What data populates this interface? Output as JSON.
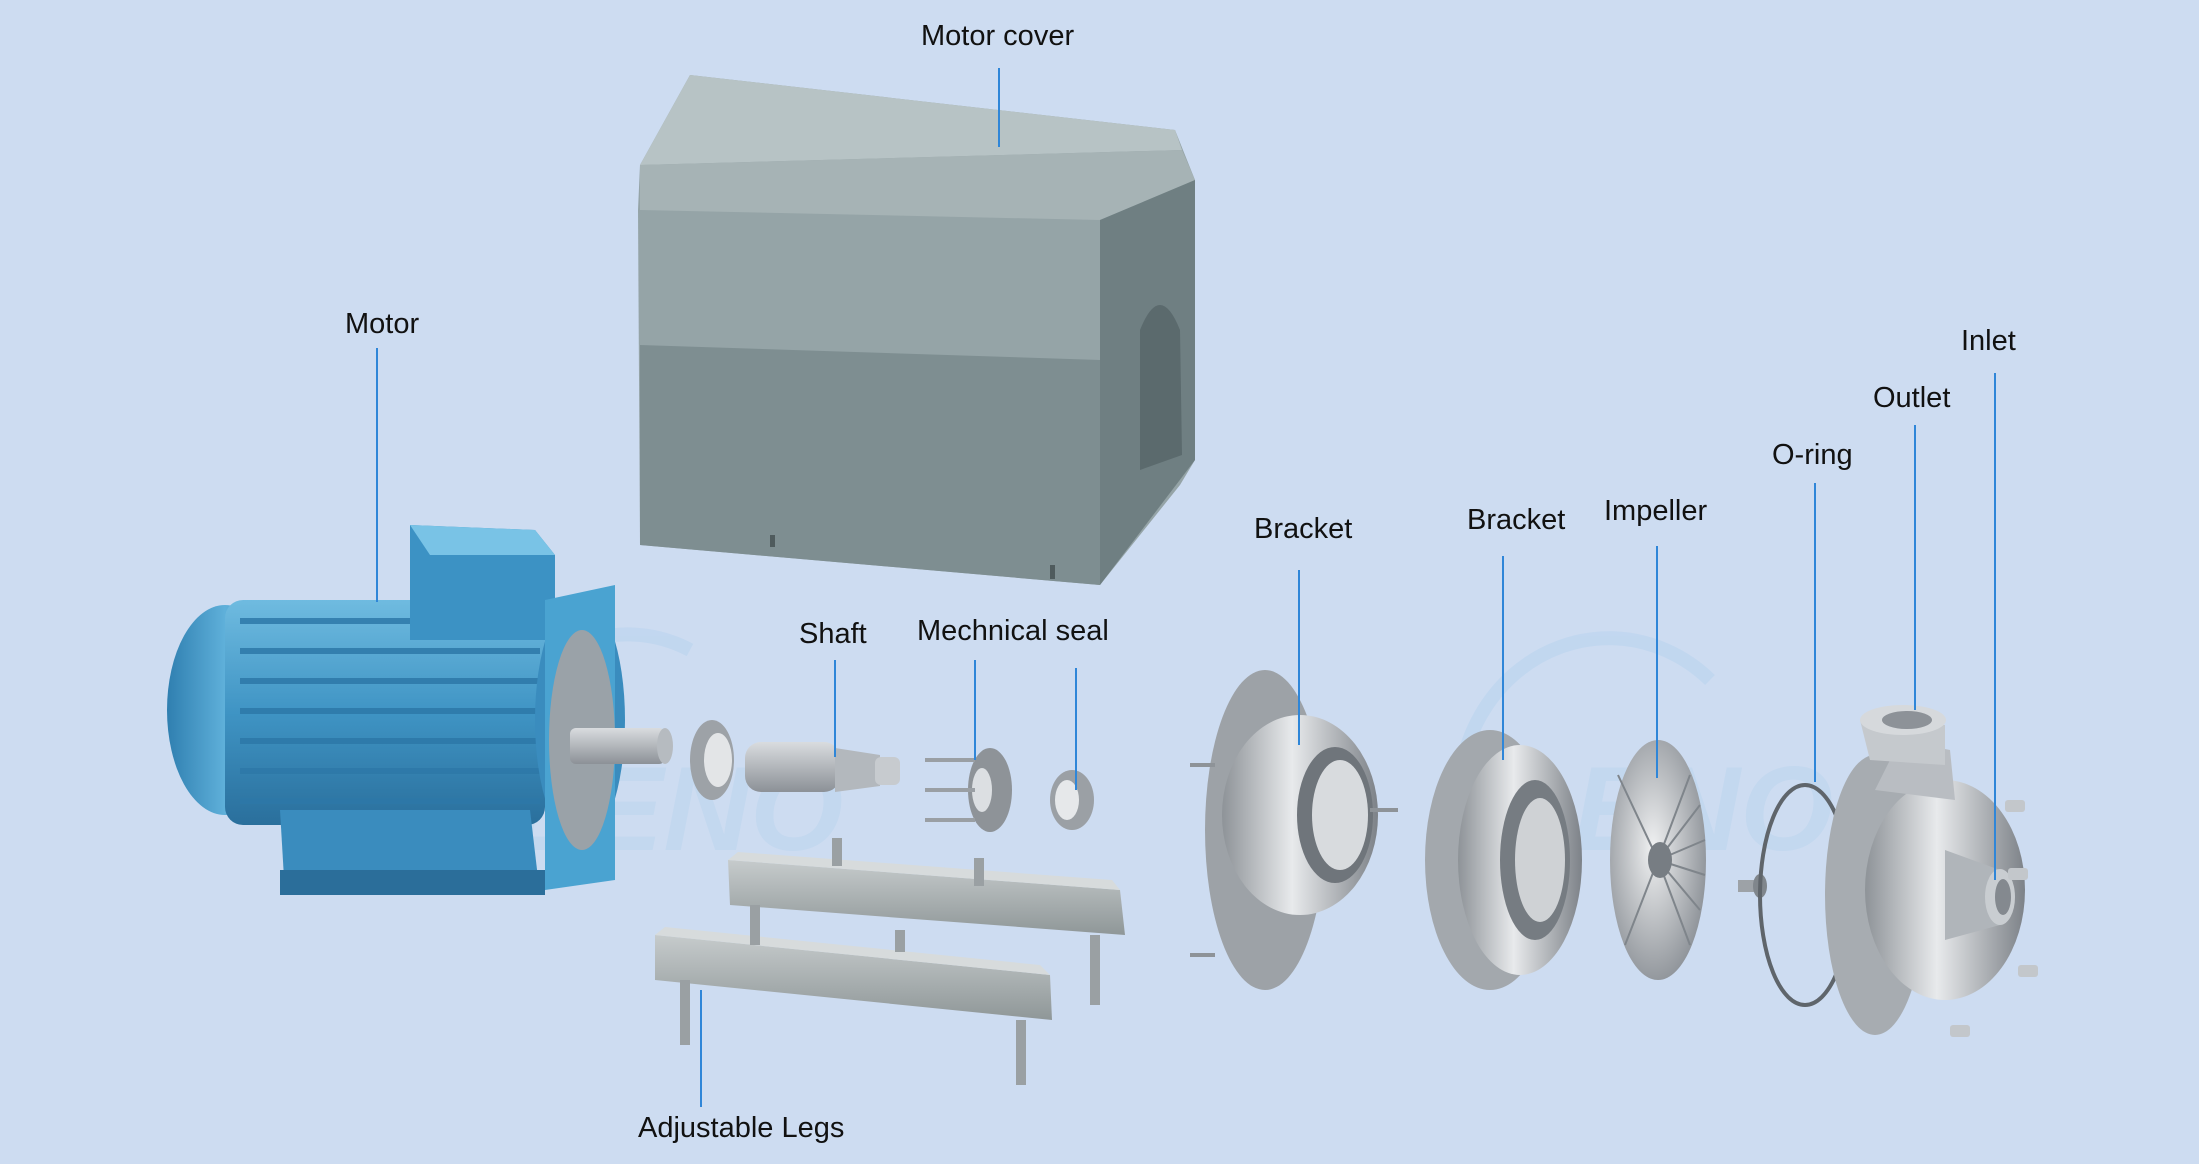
{
  "labels": {
    "motor_cover": "Motor cover",
    "motor": "Motor",
    "shaft": "Shaft",
    "mechanical_seal": "Mechnical seal",
    "bracket_1": "Bracket",
    "bracket_2": "Bracket",
    "impeller": "Impeller",
    "o_ring": "O-ring",
    "outlet": "Outlet",
    "inlet": "Inlet",
    "adjustable_legs": "Adjustable Legs"
  },
  "watermark": "LENO",
  "colors": {
    "background": "#cddcf1",
    "leader_line": "#2f86d8",
    "motor_blue": "#4a9fcc",
    "cover_grey": "#8a9a9c",
    "steel": "#b8bcc0"
  }
}
